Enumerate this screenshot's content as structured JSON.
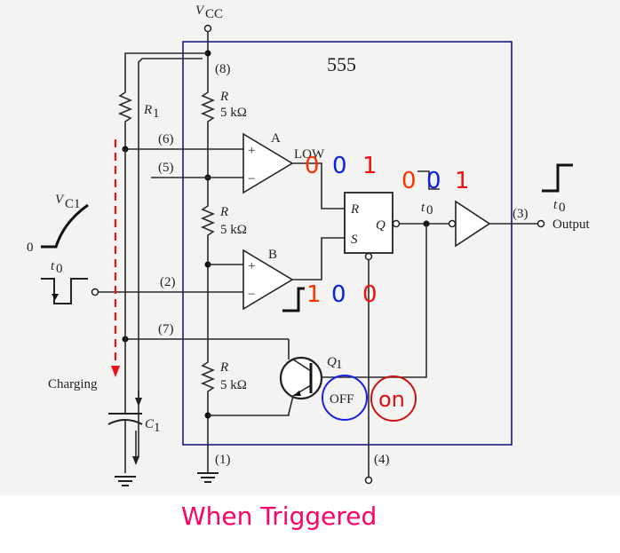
{
  "diagram": {
    "chip_label": "555",
    "supply_label": "V",
    "supply_sub": "CC",
    "pins": {
      "p8": "(8)",
      "p6": "(6)",
      "p5": "(5)",
      "p2": "(2)",
      "p7": "(7)",
      "p1": "(1)",
      "p4": "(4)",
      "p3": "(3)"
    },
    "resistors": {
      "r1_label": "R",
      "r1_sub": "1",
      "r_label": "R",
      "r_value": "5 kΩ"
    },
    "capacitor": {
      "label": "C",
      "sub": "1"
    },
    "comparators": {
      "a": "A",
      "b": "B",
      "plus": "+",
      "minus": "−"
    },
    "flipflop": {
      "r": "R",
      "s": "S",
      "q": "Q"
    },
    "transistor": {
      "label": "Q",
      "sub": "1",
      "state_old": "OFF",
      "state_new": "on"
    },
    "signals": {
      "vc1_label": "V",
      "vc1_sub": "C1",
      "zero": "0",
      "t0": "t",
      "t0_sub": "0",
      "low_label": "LOW",
      "output_label": "Output",
      "charging_label": "Charging"
    },
    "logic_states": {
      "comparator_a_out": [
        "0",
        "0",
        "1"
      ],
      "flipflop_out": [
        "0",
        "0",
        "1"
      ],
      "comparator_b_out": [
        "1",
        "0",
        "0"
      ]
    },
    "caption": "When Triggered",
    "colors": {
      "chip_border": "#0b0b7a",
      "state_red": "#ee1111",
      "state_orange": "#ff3300",
      "state_blue": "#0a22dd",
      "off_circle": "#1a22dd",
      "on_circle": "#cc1111",
      "caption": "#ff0066",
      "charging_arrow": "#ee1111"
    }
  }
}
